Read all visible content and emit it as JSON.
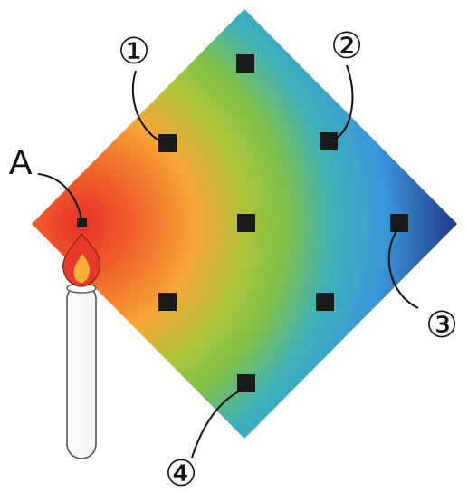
{
  "labels": {
    "point_a": "A",
    "marker_1": "①",
    "marker_2": "②",
    "marker_3": "③",
    "marker_4": "④"
  },
  "colors": {
    "hot": "#e8312a",
    "warm": "#f6a637",
    "mid": "#8dc63f",
    "cool": "#3aa2dc",
    "cold": "#2b3a92",
    "marker": "#1a1a1a",
    "outline": "#222222",
    "flame_outer": "#e53a27",
    "flame_inner": "#f7b03a"
  },
  "icons": {
    "heat_source": "candle-icon",
    "flame": "flame-icon"
  }
}
